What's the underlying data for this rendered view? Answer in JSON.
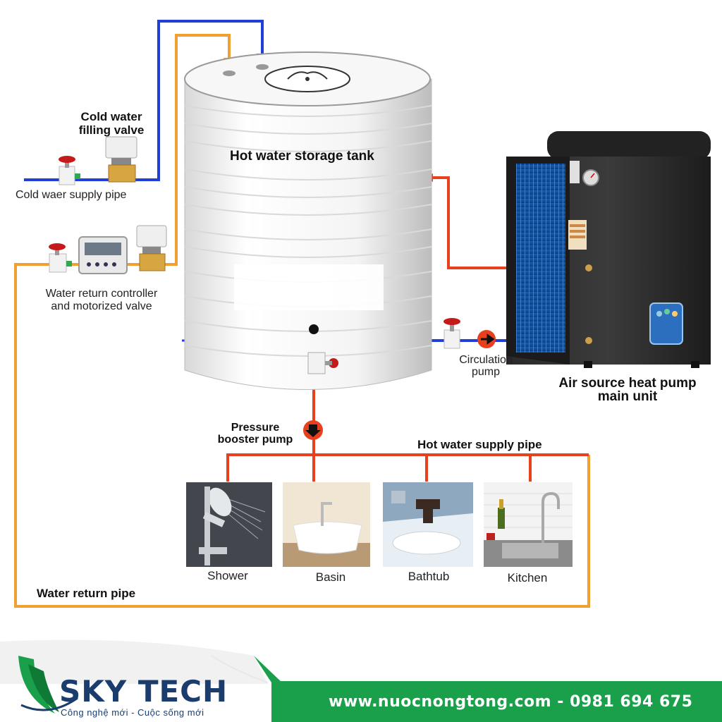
{
  "labels": {
    "cold_water_filling_valve_line1": "Cold water",
    "cold_water_filling_valve_line2": "filling valve",
    "cold_water_supply_pipe": "Cold waer supply pipe",
    "water_return_controller_line1": "Water return controller",
    "water_return_controller_line2": "and motorized valve",
    "hot_water_storage_tank": "Hot water storage tank",
    "circulation_pump_line1": "Circulation",
    "circulation_pump_line2": "pump",
    "heat_pump_line1": "Air source heat pump",
    "heat_pump_line2": "main unit",
    "pressure_booster_pump_line1": "Pressure",
    "pressure_booster_pump_line2": "booster pump",
    "hot_water_supply_pipe": "Hot water supply pipe",
    "water_return_pipe": "Water return pipe"
  },
  "fixtures": [
    "Shower",
    "Basin",
    "Bathtub",
    "Kitchen"
  ],
  "footer": {
    "brand": "SKY TECH",
    "tagline": "Công nghệ mới - Cuộc sống mới",
    "contact": "www.nuocnongtong.com - 0981 694 675"
  },
  "colors": {
    "cold_pipe": "#1f3fd6",
    "return_pipe": "#f0a030",
    "hot_pipe": "#e8401c",
    "brand_green": "#1aa04a",
    "brand_navy": "#1a3d6e"
  },
  "icons": [
    "valve-icon",
    "motorized-valve-icon",
    "controller-icon",
    "pump-icon",
    "pressure-gauge-icon",
    "logo-leaf-icon"
  ]
}
